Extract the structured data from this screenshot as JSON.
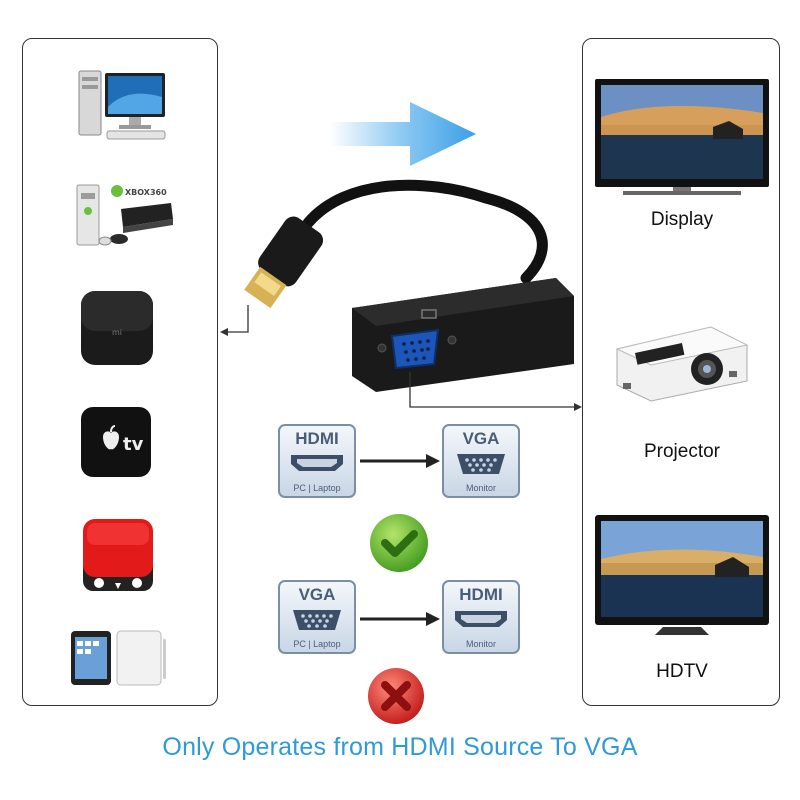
{
  "sources": {
    "items": [
      {
        "name": "desktop-computer"
      },
      {
        "name": "xbox-360-and-ps3-consoles",
        "logo_text": "XBOX360"
      },
      {
        "name": "mi-tv-box",
        "logo_text": "mi"
      },
      {
        "name": "apple-tv",
        "logo_text": "tv"
      },
      {
        "name": "red-tv-box"
      },
      {
        "name": "ipad-tablets"
      }
    ]
  },
  "outputs": {
    "display_label": "Display",
    "projector_label": "Projector",
    "hdtv_label": "HDTV"
  },
  "diagram": {
    "valid": {
      "from_title": "HDMI",
      "from_sub": "PC | Laptop",
      "to_title": "VGA",
      "to_sub": "Monitor",
      "status_icon": "green-check-icon"
    },
    "invalid": {
      "from_title": "VGA",
      "from_sub": "PC | Laptop",
      "to_title": "HDMI",
      "to_sub": "Monitor",
      "status_icon": "red-cross-icon"
    }
  },
  "caption": "Only Operates from HDMI Source To VGA",
  "colors": {
    "caption": "#2e9ad8",
    "arrow": "#3aa0e6",
    "check": "#5cb82e",
    "cross": "#d9262c",
    "card_border": "#7b8ea8"
  }
}
